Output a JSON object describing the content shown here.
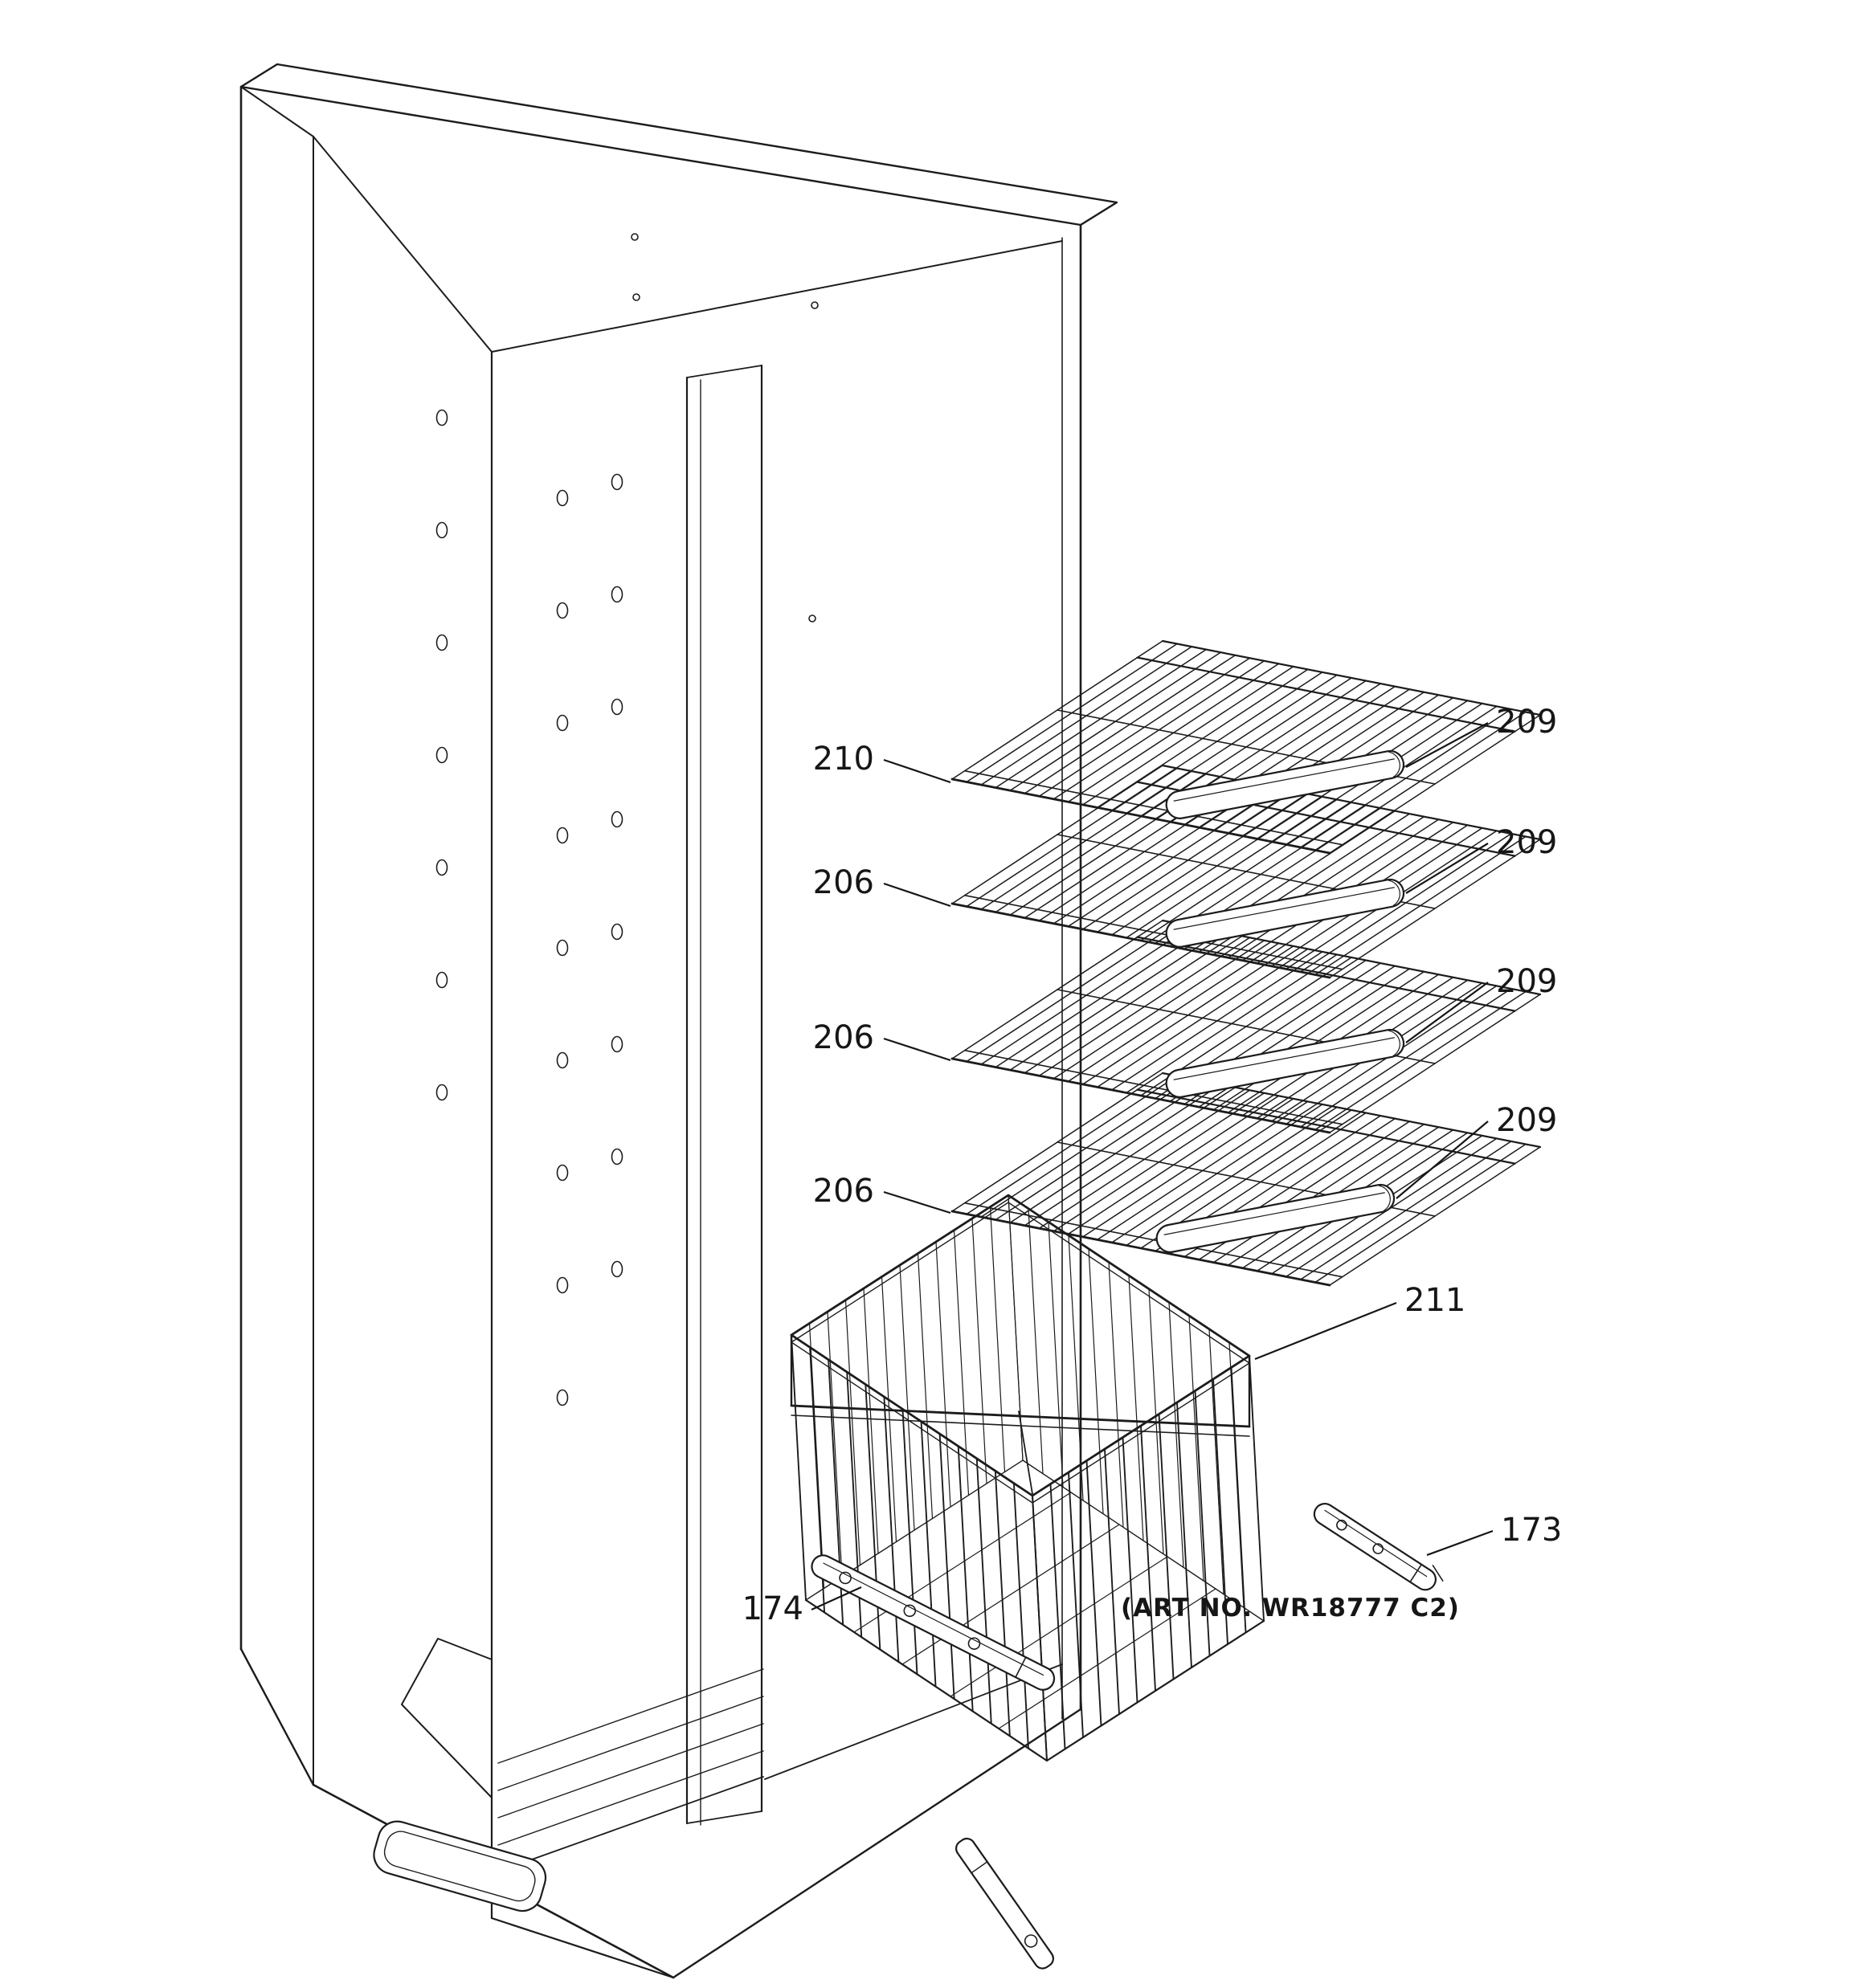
{
  "background": "#ffffff",
  "line_color": "#1c1c1c",
  "art_number": "(ART NO. WR18777 C2)",
  "callouts": [
    {
      "part": "210"
    },
    {
      "part": "206"
    },
    {
      "part": "206"
    },
    {
      "part": "206"
    },
    {
      "part": "209"
    },
    {
      "part": "209"
    },
    {
      "part": "209"
    },
    {
      "part": "209"
    },
    {
      "part": "211"
    },
    {
      "part": "173"
    },
    {
      "part": "174"
    }
  ]
}
